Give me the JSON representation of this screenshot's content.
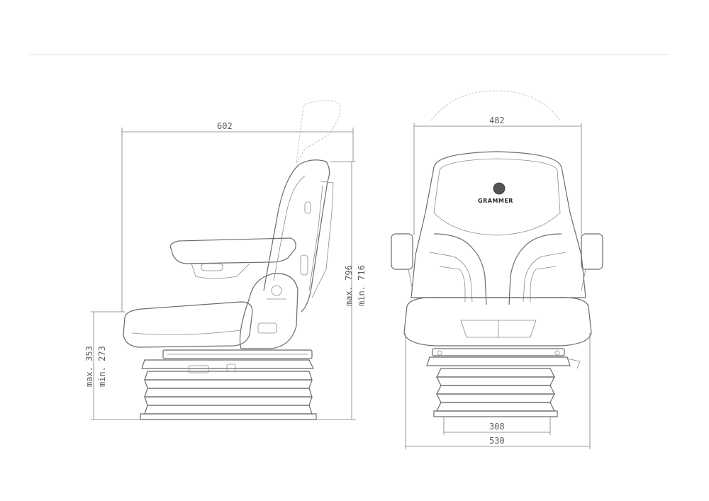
{
  "dimensions": {
    "side_depth": "602",
    "backrest_height_max": "max. 796",
    "backrest_height_min": "min. 716",
    "seat_height_max": "max. 353",
    "seat_height_min": "min. 273",
    "front_width": "482",
    "base_width_inner": "308",
    "base_width_outer": "530"
  },
  "brand": {
    "logo_text": "GRAMMER"
  },
  "colors": {
    "line": "#6b6b6b",
    "text": "#5e5e5e",
    "logo": "#2b2b2b"
  }
}
